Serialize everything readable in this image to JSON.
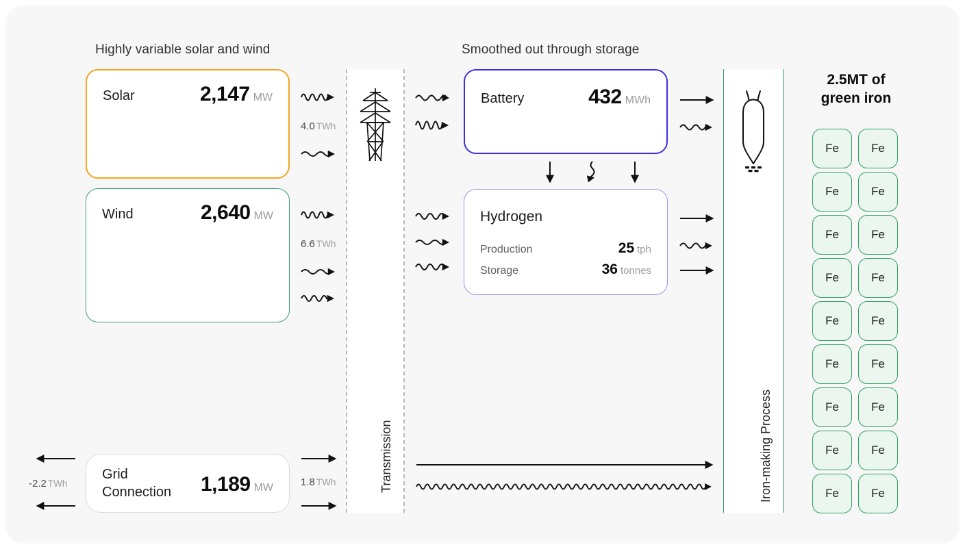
{
  "sections": {
    "left_caption": "Highly variable solar and wind",
    "mid_caption": "Smoothed out through storage"
  },
  "boxes": {
    "solar": {
      "label": "Solar",
      "value": "2,147",
      "unit": "MW",
      "border_color": "#f5a623"
    },
    "wind": {
      "label": "Wind",
      "value": "2,640",
      "unit": "MW",
      "border_color": "#3a9e6b"
    },
    "grid": {
      "label": "Grid\nConnection",
      "value": "1,189",
      "unit": "MW",
      "border_color": "#d9dadd"
    },
    "battery": {
      "label": "Battery",
      "value": "432",
      "unit": "MWh",
      "border_color": "#3d2fe0"
    },
    "hydrogen": {
      "label": "Hydrogen",
      "border_color": "#9a94f0",
      "rows": [
        {
          "label": "Production",
          "value": "25",
          "unit": "tph"
        },
        {
          "label": "Storage",
          "value": "36",
          "unit": "tonnes"
        }
      ]
    }
  },
  "energy_labels": {
    "solar_out": {
      "value": "4.0",
      "unit": "TWh"
    },
    "wind_out": {
      "value": "6.6",
      "unit": "TWh"
    },
    "grid_in": {
      "value": "-2.2",
      "unit": "TWh"
    },
    "grid_out": {
      "value": "1.8",
      "unit": "TWh"
    }
  },
  "columns": {
    "transmission": {
      "label": "Transmission",
      "icon": "transmission-tower-icon"
    },
    "ironmaking": {
      "label": "Iron-making Process",
      "icon": "furnace-icon"
    }
  },
  "output": {
    "title": "2.5MT of\ngreen iron",
    "tile_label": "Fe",
    "tile_rows": 9,
    "tile_cols": 2,
    "tile_border_color": "#2e9e63",
    "tile_fill_color": "#eaf6ee"
  },
  "theme": {
    "page_background": "#ffffff",
    "card_background": "#f7f7f7",
    "box_background": "#ffffff",
    "stroke_color": "#111111"
  }
}
